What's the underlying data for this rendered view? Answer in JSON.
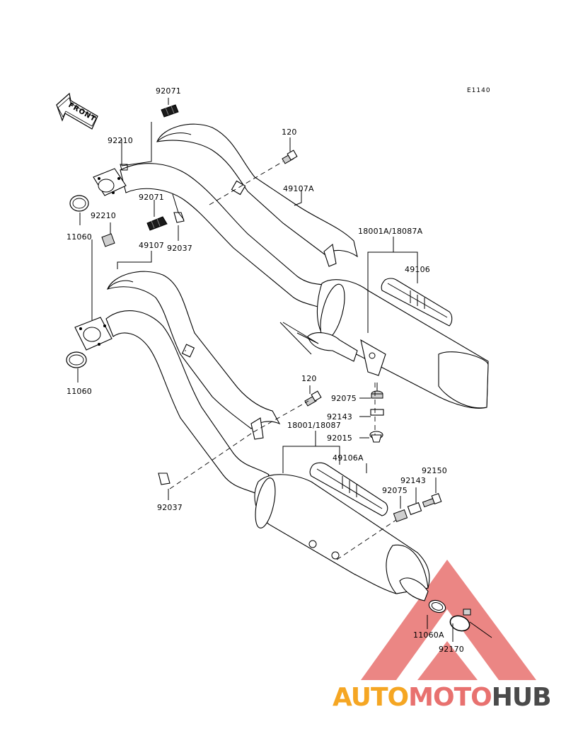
{
  "diagram_code": "E1140",
  "front_label": "FRONT",
  "part_labels": {
    "p92071_top": "92071",
    "p92210_top": "92210",
    "p11060_top": "11060",
    "p92210_mid": "92210",
    "p92071_mid": "92071",
    "p92037_top": "92037",
    "p49107": "49107",
    "p120_top": "120",
    "p49107A": "49107A",
    "p18001A": "18001A/18087A",
    "p49106": "49106",
    "p11060_bot": "11060",
    "p120_bot": "120",
    "p92075_top": "92075",
    "p92143_top": "92143",
    "p18001": "18001/18087",
    "p92015": "92015",
    "p49106A": "49106A",
    "p92143_bot": "92143",
    "p92150": "92150",
    "p92075_bot": "92075",
    "p92037_bot": "92037",
    "p11060A": "11060A",
    "p92170": "92170"
  },
  "watermark": {
    "brand_part1": "AUTO",
    "brand_part2": "MOTO",
    "brand_part3": "HUB",
    "color_orange": "#f5a623",
    "color_red": "#e8716f",
    "color_gray": "#4a4a4a"
  }
}
